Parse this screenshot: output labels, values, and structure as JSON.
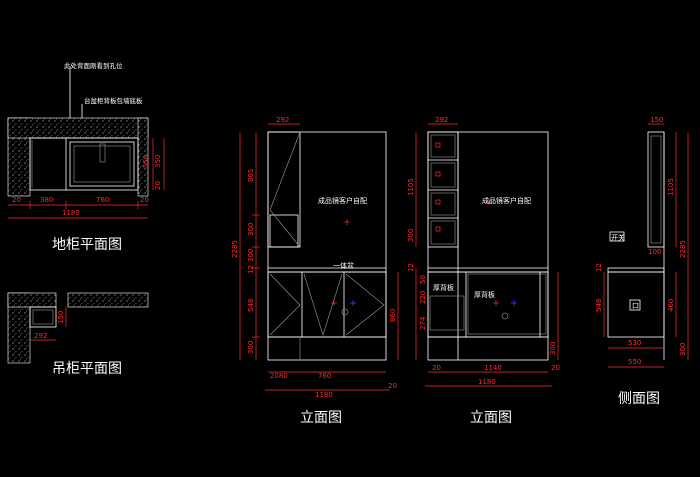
{
  "titles": {
    "floor_plan": "地柜平面图",
    "wall_plan": "吊柜平面图",
    "elevation_1": "立面图",
    "elevation_2": "立面图",
    "side": "侧面图"
  },
  "notes": {
    "hole_note": "此处背面刚看到孔位",
    "backboard_note": "台盆柜背板包墙底板"
  },
  "labels": {
    "mirror_1": "成品镜客户自配",
    "mirror_2": "成品镜客户自配",
    "basin": "一体盆",
    "thick_board_1": "厚背板",
    "thick_board_2": "厚背板",
    "switch": "开关",
    "box": "口"
  },
  "dims": {
    "fp_20a": "20",
    "fp_380": "380",
    "fp_760": "760",
    "fp_20b": "20",
    "fp_1180": "1180",
    "fp_550": "550",
    "fp_350": "350",
    "fp_20c": "20",
    "wp_292": "292",
    "wp_150": "150",
    "e1_292": "292",
    "e1_805": "805",
    "e1_300a": "300",
    "e1_300b": "300",
    "e1_12": "12",
    "e1_548": "548",
    "e1_300c": "300",
    "e1_2285": "2285",
    "e1_860": "860",
    "e1_2080": "2080",
    "e1_760": "760",
    "e1_1180": "1180",
    "e1_20": "20",
    "e2_292": "292",
    "e2_1105": "1105",
    "e2_300": "300",
    "e2_12": "12",
    "e2_50": "50",
    "e2_220": "220",
    "e2_274": "274",
    "e2_300b": "300",
    "e2_20a": "20",
    "e2_1140": "1140",
    "e2_1180": "1180",
    "e2_20b": "20",
    "sd_150": "150",
    "sd_1105": "1105",
    "sd_12": "12",
    "sd_100": "100",
    "sd_2285": "2285",
    "sd_548": "548",
    "sd_460": "460",
    "sd_300": "300",
    "sd_530": "530",
    "sd_550": "550"
  }
}
